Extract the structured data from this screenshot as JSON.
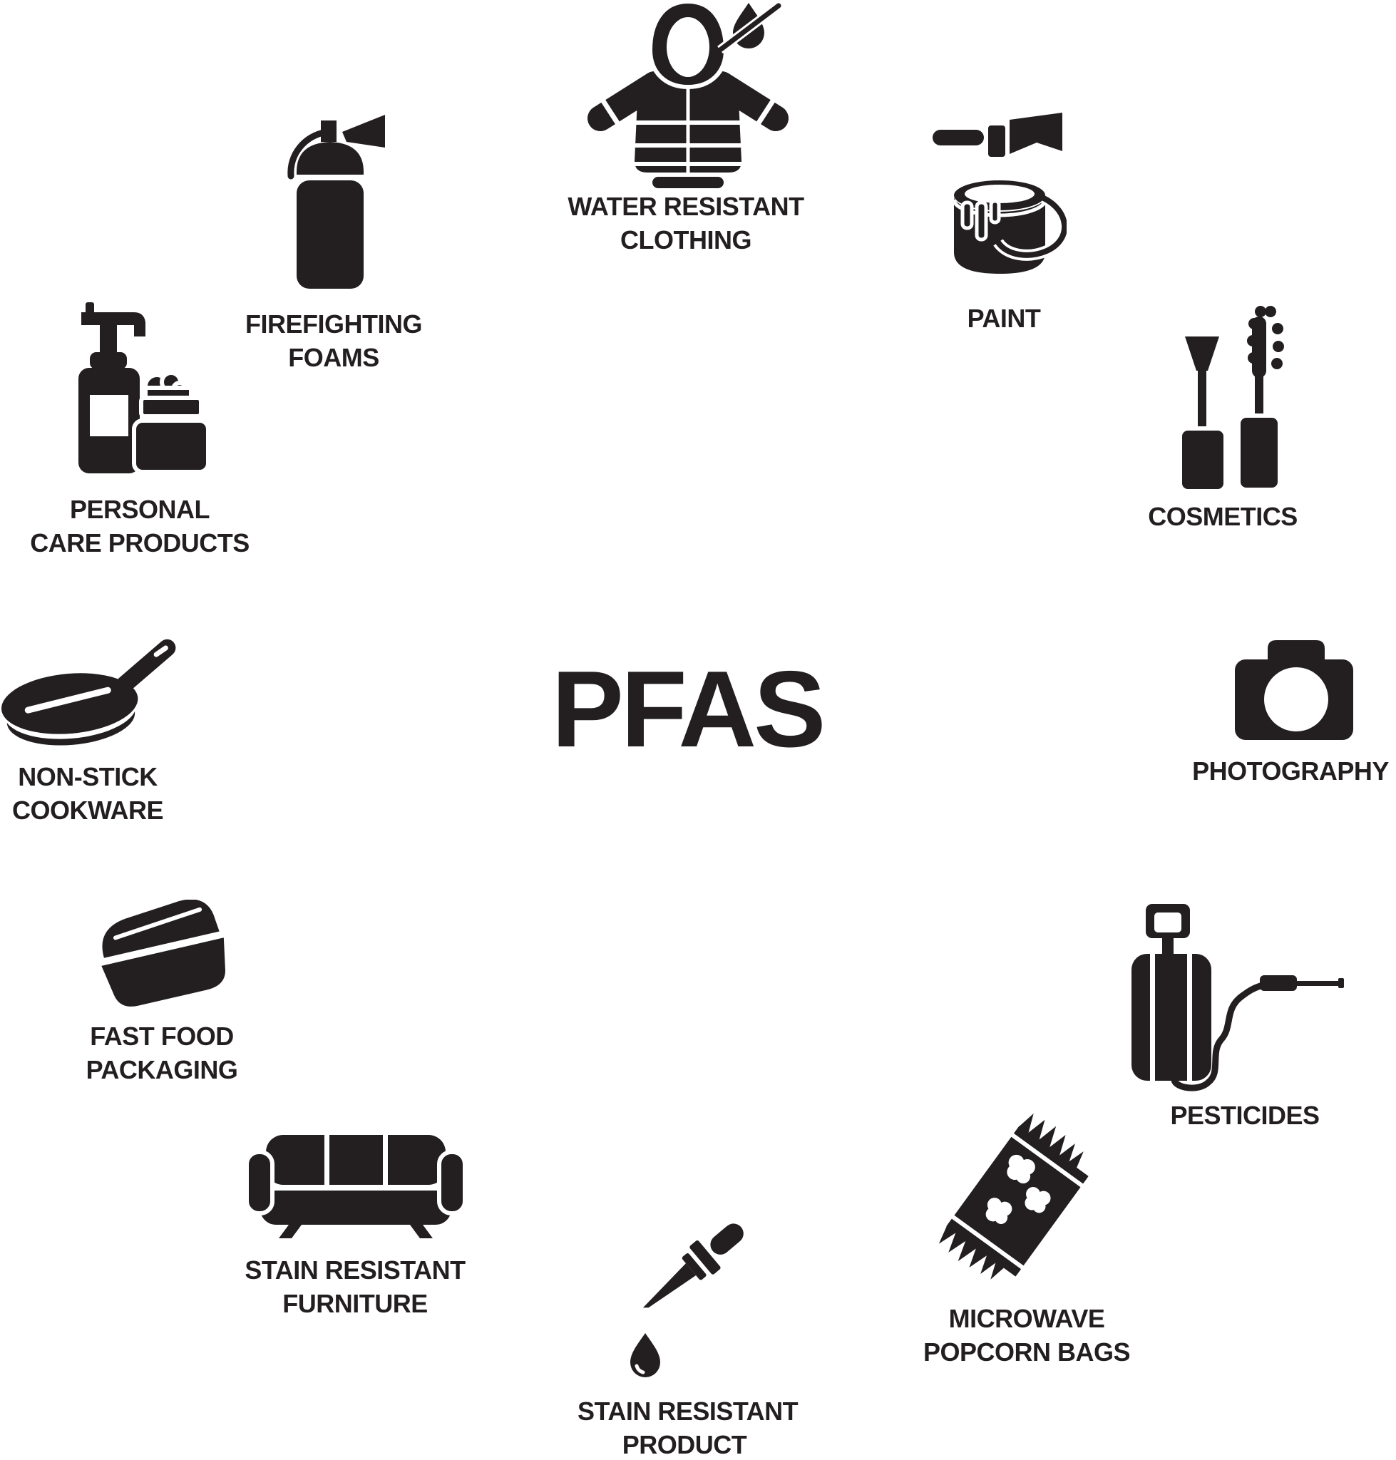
{
  "background": "#ffffff",
  "ink_color": "#231f20",
  "title": "PFAS",
  "items": [
    {
      "id": "water-resistant-clothing",
      "icon": "winter-jacket-with-water-drop",
      "lines": [
        "WATER RESISTANT",
        "CLOTHING"
      ]
    },
    {
      "id": "paint",
      "icon": "paint-bucket-and-brush",
      "lines": [
        "PAINT"
      ]
    },
    {
      "id": "cosmetics",
      "icon": "mascara-and-lip-gloss",
      "lines": [
        "COSMETICS"
      ]
    },
    {
      "id": "photography",
      "icon": "camera",
      "lines": [
        "PHOTOGRAPHY"
      ]
    },
    {
      "id": "pesticides",
      "icon": "pressure-sprayer",
      "lines": [
        "PESTICIDES"
      ]
    },
    {
      "id": "microwave-popcorn-bags",
      "icon": "popcorn-bag",
      "lines": [
        "MICROWAVE",
        "POPCORN BAGS"
      ]
    },
    {
      "id": "stain-resistant-product",
      "icon": "dropper-with-drop",
      "lines": [
        "STAIN RESISTANT",
        "PRODUCT"
      ]
    },
    {
      "id": "stain-resistant-furniture",
      "icon": "sofa",
      "lines": [
        "STAIN RESISTANT",
        "FURNITURE"
      ]
    },
    {
      "id": "fast-food-packaging",
      "icon": "takeout-clamshell-box",
      "lines": [
        "FAST FOOD",
        "PACKAGING"
      ]
    },
    {
      "id": "non-stick-cookware",
      "icon": "frying-pan",
      "lines": [
        "NON-STICK",
        "COOKWARE"
      ]
    },
    {
      "id": "personal-care-products",
      "icon": "lotion-pump-and-cream-jar",
      "lines": [
        "PERSONAL",
        "CARE PRODUCTS"
      ]
    },
    {
      "id": "firefighting-foams",
      "icon": "fire-extinguisher",
      "lines": [
        "FIREFIGHTING",
        "FOAMS"
      ]
    }
  ]
}
